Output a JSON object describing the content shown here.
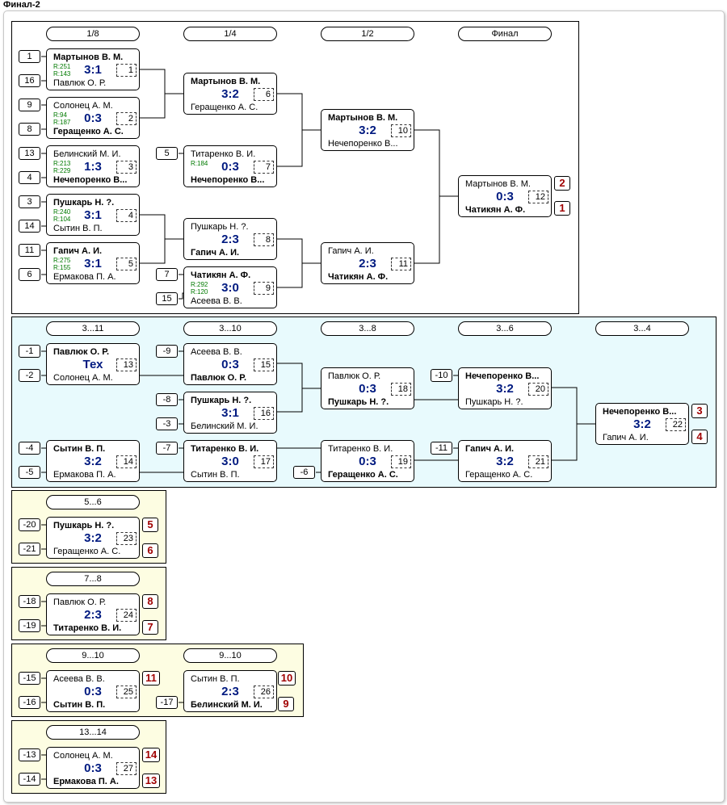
{
  "title": "Финал-2",
  "colors": {
    "score": "#001a80",
    "rating": "#007a00",
    "place": "#a00000",
    "consolation_bg": "#e8fafd",
    "placement_bg": "#fdfde2"
  },
  "rounds": {
    "r8": "1/8",
    "r4": "1/4",
    "r2": "1/2",
    "final": "Финал",
    "c311": "3...11",
    "c310": "3...10",
    "c38": "3...8",
    "c36": "3...6",
    "c34": "3...4",
    "p56": "5...6",
    "p78": "7...8",
    "p910a": "9...10",
    "p910b": "9...10",
    "p1314": "13...14"
  },
  "matches": {
    "m1": {
      "p1": "Мартынов В. М.",
      "p2": "Павлюк О. Р.",
      "score": "3:1",
      "num": "1",
      "r1": "R:251",
      "r2": "R:143"
    },
    "m2": {
      "p1": "Солонец А. М.",
      "p2": "Геращенко А. С.",
      "score": "0:3",
      "num": "2",
      "r1": "R:94",
      "r2": "R:187"
    },
    "m3": {
      "p1": "Белинский М. И.",
      "p2": "Нечепоренко В...",
      "score": "1:3",
      "num": "3",
      "r1": "R:213",
      "r2": "R:229"
    },
    "m4": {
      "p1": "Пушкарь Н. ?.",
      "p2": "Сытин В. П.",
      "score": "3:1",
      "num": "4",
      "r1": "R:240",
      "r2": "R:104"
    },
    "m5": {
      "p1": "Гапич А. И.",
      "p2": "Ермакова П. А.",
      "score": "3:1",
      "num": "5",
      "r1": "R:275",
      "r2": "R:155"
    },
    "m6": {
      "p1": "Мартынов В. М.",
      "p2": "Геращенко А. С.",
      "score": "3:2",
      "num": "6"
    },
    "m7": {
      "p1": "Титаренко В. И.",
      "p2": "Нечепоренко В...",
      "score": "0:3",
      "num": "7",
      "r1": "R:184"
    },
    "m8": {
      "p1": "Пушкарь Н. ?.",
      "p2": "Гапич А. И.",
      "score": "2:3",
      "num": "8"
    },
    "m9": {
      "p1": "Чатикян А. Ф.",
      "p2": "Асеева В. В.",
      "score": "3:0",
      "num": "9",
      "r1": "R:292",
      "r2": "R:120"
    },
    "m10": {
      "p1": "Мартынов В. М.",
      "p2": "Нечепоренко В...",
      "score": "3:2",
      "num": "10"
    },
    "m11": {
      "p1": "Гапич А. И.",
      "p2": "Чатикян А. Ф.",
      "score": "2:3",
      "num": "11"
    },
    "m12": {
      "p1": "Мартынов В. М.",
      "p2": "Чатикян А. Ф.",
      "score": "0:3",
      "num": "12"
    },
    "m13": {
      "p1": "Павлюк О. Р.",
      "p2": "Солонец А. М.",
      "score": "Тех",
      "num": "13"
    },
    "m14": {
      "p1": "Сытин В. П.",
      "p2": "Ермакова П. А.",
      "score": "3:2",
      "num": "14"
    },
    "m15": {
      "p1": "Асеева В. В.",
      "p2": "Павлюк О. Р.",
      "score": "0:3",
      "num": "15"
    },
    "m16": {
      "p1": "Пушкарь Н. ?.",
      "p2": "Белинский М. И.",
      "score": "3:1",
      "num": "16"
    },
    "m17": {
      "p1": "Титаренко В. И.",
      "p2": "Сытин В. П.",
      "score": "3:0",
      "num": "17"
    },
    "m18": {
      "p1": "Павлюк О. Р.",
      "p2": "Пушкарь Н. ?.",
      "score": "0:3",
      "num": "18"
    },
    "m19": {
      "p1": "Титаренко В. И.",
      "p2": "Геращенко А. С.",
      "score": "0:3",
      "num": "19"
    },
    "m20": {
      "p1": "Нечепоренко В...",
      "p2": "Пушкарь Н. ?.",
      "score": "3:2",
      "num": "20"
    },
    "m21": {
      "p1": "Гапич А. И.",
      "p2": "Геращенко А. С.",
      "score": "3:2",
      "num": "21"
    },
    "m22": {
      "p1": "Нечепоренко В...",
      "p2": "Гапич А. И.",
      "score": "3:2",
      "num": "22"
    },
    "m23": {
      "p1": "Пушкарь Н. ?.",
      "p2": "Геращенко А. С.",
      "score": "3:2",
      "num": "23"
    },
    "m24": {
      "p1": "Павлюк О. Р.",
      "p2": "Титаренко В. И.",
      "score": "2:3",
      "num": "24"
    },
    "m25": {
      "p1": "Асеева В. В.",
      "p2": "Сытин В. П.",
      "score": "0:3",
      "num": "25"
    },
    "m26": {
      "p1": "Сытин В. П.",
      "p2": "Белинский М. И.",
      "score": "2:3",
      "num": "26"
    },
    "m27": {
      "p1": "Солонец А. М.",
      "p2": "Ермакова П. А.",
      "score": "0:3",
      "num": "27"
    }
  },
  "seeds": {
    "s1": "1",
    "s16": "16",
    "s9": "9",
    "s8": "8",
    "s13": "13",
    "s4": "4",
    "s3": "3",
    "s14": "14",
    "s11": "11",
    "s6": "6",
    "s5": "5",
    "s7": "7",
    "s15": "15",
    "l1": "-1",
    "l2": "-2",
    "l9": "-9",
    "l8": "-8",
    "l3": "-3",
    "l4": "-4",
    "l5": "-5",
    "l7": "-7",
    "l6": "-6",
    "l10": "-10",
    "l11": "-11",
    "l20": "-20",
    "l21": "-21",
    "l18": "-18",
    "l19": "-19",
    "l15": "-15",
    "l16": "-16",
    "l17": "-17",
    "l13": "-13",
    "l14": "-14"
  },
  "places": {
    "f1": "2",
    "f2": "1",
    "c1": "3",
    "c2": "4",
    "a1": "5",
    "a2": "6",
    "b1": "8",
    "b2": "7",
    "d1": "11",
    "e1": "10",
    "e2": "9",
    "g1": "14",
    "g2": "13"
  }
}
